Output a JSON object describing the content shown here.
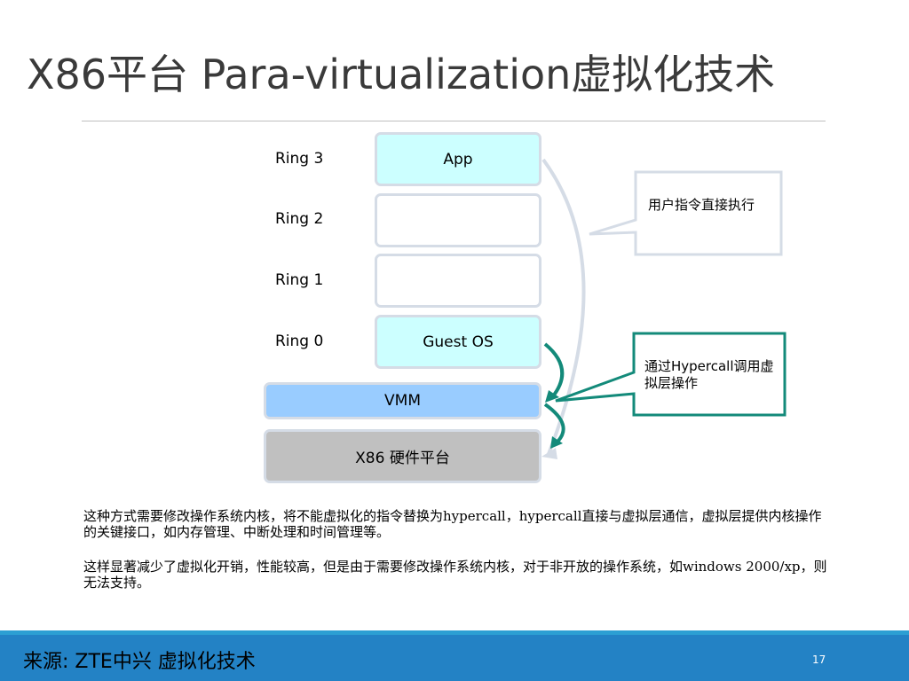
{
  "title": "X86平台 Para-virtualization虚拟化技术",
  "rings": {
    "ring3": "Ring 3",
    "ring2": "Ring 2",
    "ring1": "Ring 1",
    "ring0": "Ring 0"
  },
  "blocks": {
    "app": "App",
    "guest_os": "Guest OS",
    "vmm": "VMM",
    "hardware": "X86 硬件平台"
  },
  "callouts": {
    "user_instructions": "用户指令直接执行",
    "hypercall": "通过Hypercall调用虚拟层操作"
  },
  "paragraphs": {
    "p1": "这种方式需要修改操作系统内核，将不能虚拟化的指令替换为hypercall，hypercall直接与虚拟层通信，虚拟层提供内核操作的关键接口，如内存管理、中断处理和时间管理等。",
    "p2": "这样显著减少了虚拟化开销，性能较高，但是由于需要修改操作系统内核，对于非开放的操作系统，如windows 2000/xp，则无法支持。"
  },
  "footer": {
    "source": "来源: ZTE中兴 虚拟化技术",
    "page_number": "17"
  },
  "colors": {
    "ring_block_fill": "#ccffff",
    "vmm_fill": "#99ccff",
    "hardware_fill": "#c0c0c0",
    "hypercall_accent": "#138a7a",
    "footer_bar": "#2382c5"
  }
}
